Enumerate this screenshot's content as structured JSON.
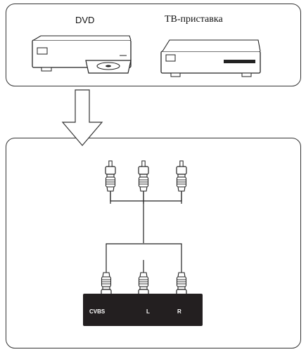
{
  "devices": {
    "dvd_label": "DVD",
    "stb_label": "ТВ-приставка"
  },
  "jacks": {
    "cvbs": "CVBS",
    "left": "L",
    "right": "R"
  }
}
